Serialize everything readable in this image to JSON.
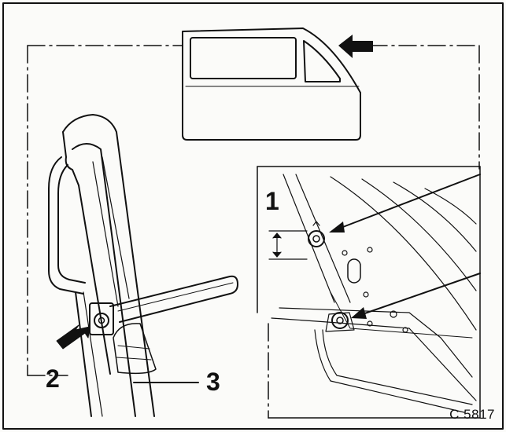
{
  "colors": {
    "ink": "#111111",
    "paper": "#fbfbf9",
    "shade": "#d9d9d6"
  },
  "callouts": {
    "label_1": "1",
    "label_2": "2",
    "label_3": "3"
  },
  "figure_code": "C 5817"
}
